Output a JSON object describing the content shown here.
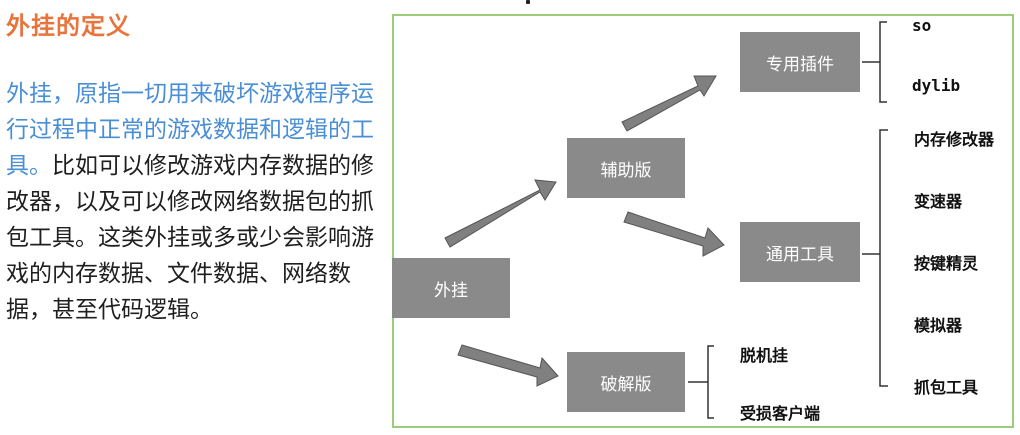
{
  "title": "外挂的定义",
  "description": {
    "highlight": "外挂，原指一切用来破坏游戏程序运行过程中正常的游戏数据和逻辑的工具。",
    "rest": "比如可以修改游戏内存数据的修改器，以及可以修改网络数据包的抓包工具。这类外挂或多或少会影响游戏的内存数据、文件数据、网络数据，甚至代码逻辑。"
  },
  "diagram": {
    "root": "外挂",
    "assist": "辅助版",
    "crack": "破解版",
    "special_plugin": "专用插件",
    "general_tool": "通用工具",
    "special_items": [
      "so",
      "dylib"
    ],
    "general_items": [
      "内存修改器",
      "变速器",
      "按键精灵",
      "模拟器",
      "抓包工具"
    ],
    "crack_items": [
      "脱机挂",
      "受损客户端"
    ]
  },
  "colors": {
    "title": "#e8743b",
    "highlight": "#4a8fd6",
    "box": "#8a8a8a",
    "frame": "#9bcc7a"
  }
}
